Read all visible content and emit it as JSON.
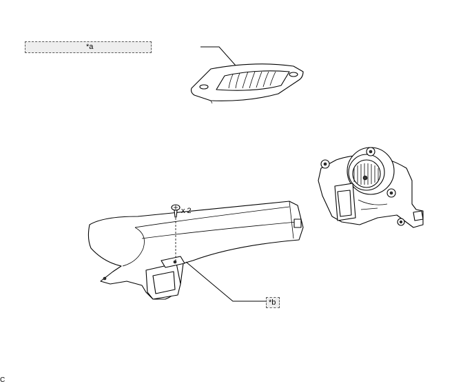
{
  "callouts": {
    "a": "*a",
    "b": "*b"
  },
  "fastener": {
    "quantity": "x 2"
  },
  "footer": {
    "code": "C"
  },
  "icons": [
    "vent-register",
    "screw",
    "air-duct",
    "blower-fan-assembly"
  ]
}
